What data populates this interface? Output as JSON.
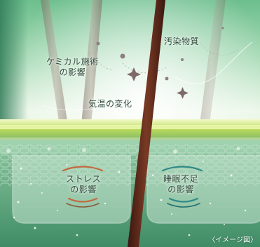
{
  "labels": {
    "chemical_line1": "ケミカル施術",
    "chemical_line2": "の影響",
    "pollutants": "汚染物質",
    "temperature": "気温の変化",
    "stress_line1": "ストレス",
    "stress_line2": "の影響",
    "sleep_line1": "睡眠不足",
    "sleep_line2": "の影響"
  },
  "caption": "〈イメージ図〉",
  "colors": {
    "sky_top": "#7ec49a",
    "sky_mid": "#e8f5e4",
    "skin_band": "#b9d66a",
    "tissue": "#5fa37c",
    "hair_dark": "#5a2a1c",
    "stress_arc": "#c26a3e",
    "sleep_arc": "#2f8a86"
  }
}
